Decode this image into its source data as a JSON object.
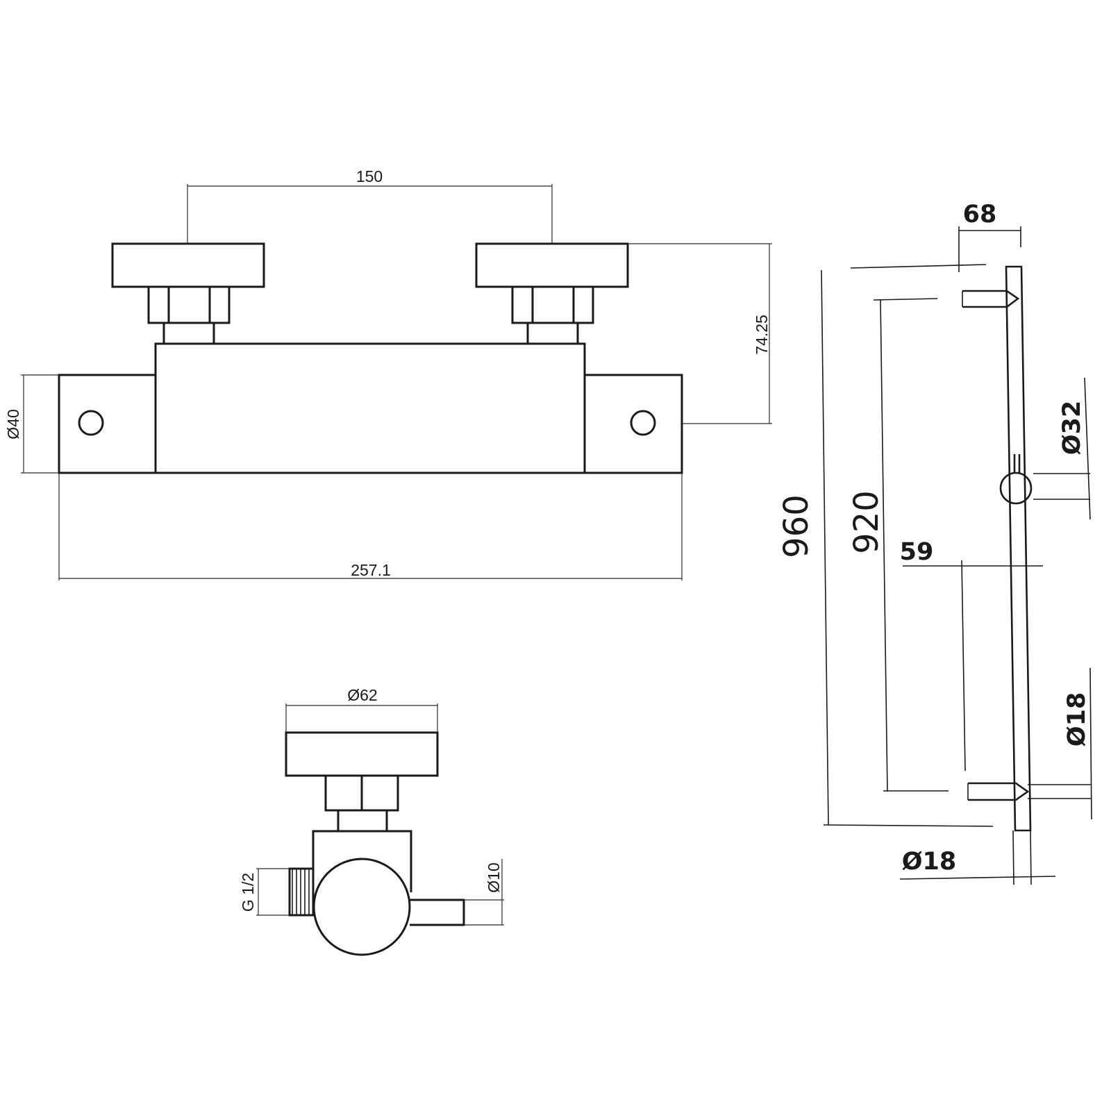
{
  "drawing": {
    "mixer_front": {
      "spacing": "150",
      "height_total": "74.25",
      "body_diameter": "Ø40",
      "overall_length": "257.1"
    },
    "mixer_side": {
      "knob_diameter": "Ø62",
      "inlet_thread": "G 1/2",
      "outlet_diameter": "Ø10"
    },
    "slide_rail": {
      "bracket_depth": "68",
      "overall_height": "960",
      "bracket_spacing": "920",
      "slider_diameter": "Ø32",
      "slider_offset": "59",
      "rail_diameter_side": "Ø18",
      "rail_diameter_bottom": "Ø18"
    }
  }
}
